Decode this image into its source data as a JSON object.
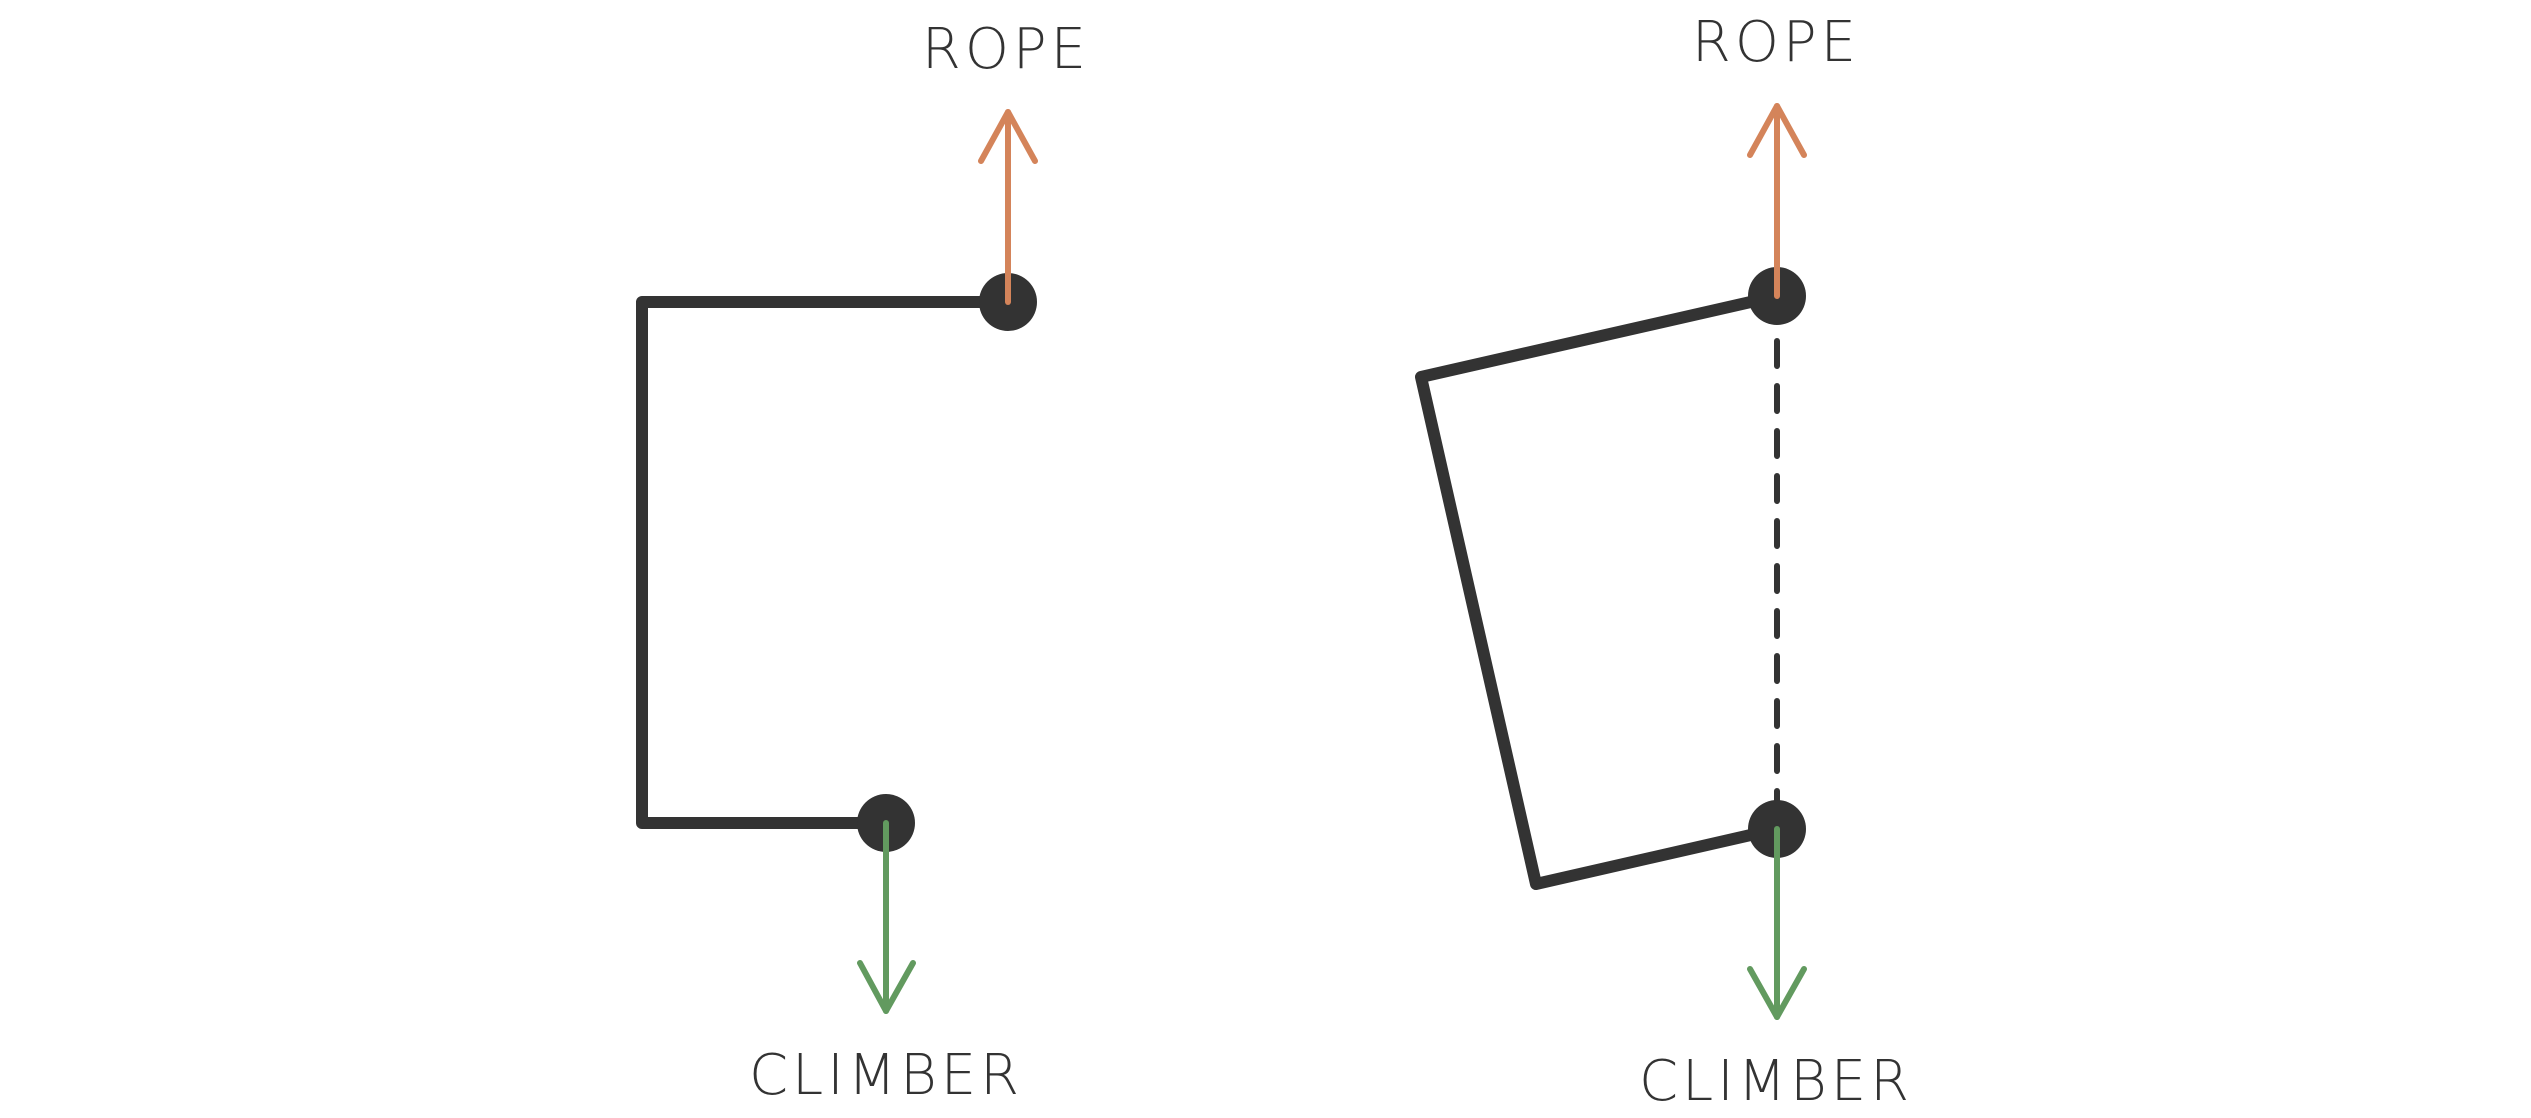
{
  "labels": {
    "left_top": "ROPE",
    "left_bottom": "CLIMBER",
    "right_top": "ROPE",
    "right_bottom": "CLIMBER"
  },
  "colors": {
    "line": "#333333",
    "rope_arrow": "#d4845a",
    "climber_arrow": "#629a5f",
    "background": "#ffffff"
  }
}
